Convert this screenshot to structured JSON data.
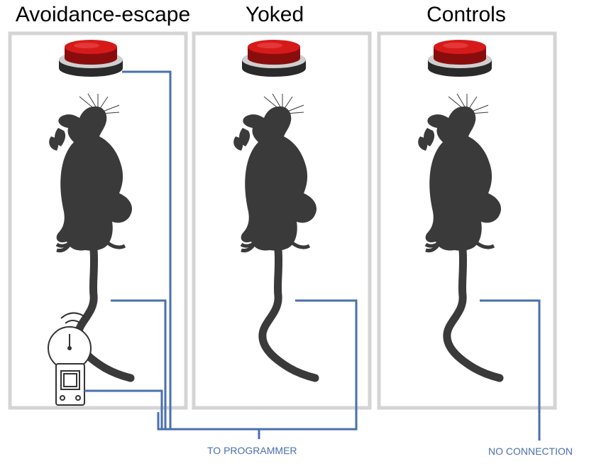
{
  "panels": [
    {
      "title": "Avoidance-escape"
    },
    {
      "title": "Yoked"
    },
    {
      "title": "Controls"
    }
  ],
  "labels": {
    "programmer": "TO PROGRAMMER",
    "no_connection": "NO CONNECTION"
  },
  "colors": {
    "wire": "#4a6fb0",
    "box": "#d4d4d4",
    "rat": "#3a3a3a",
    "button_red": "#d61a1a"
  }
}
